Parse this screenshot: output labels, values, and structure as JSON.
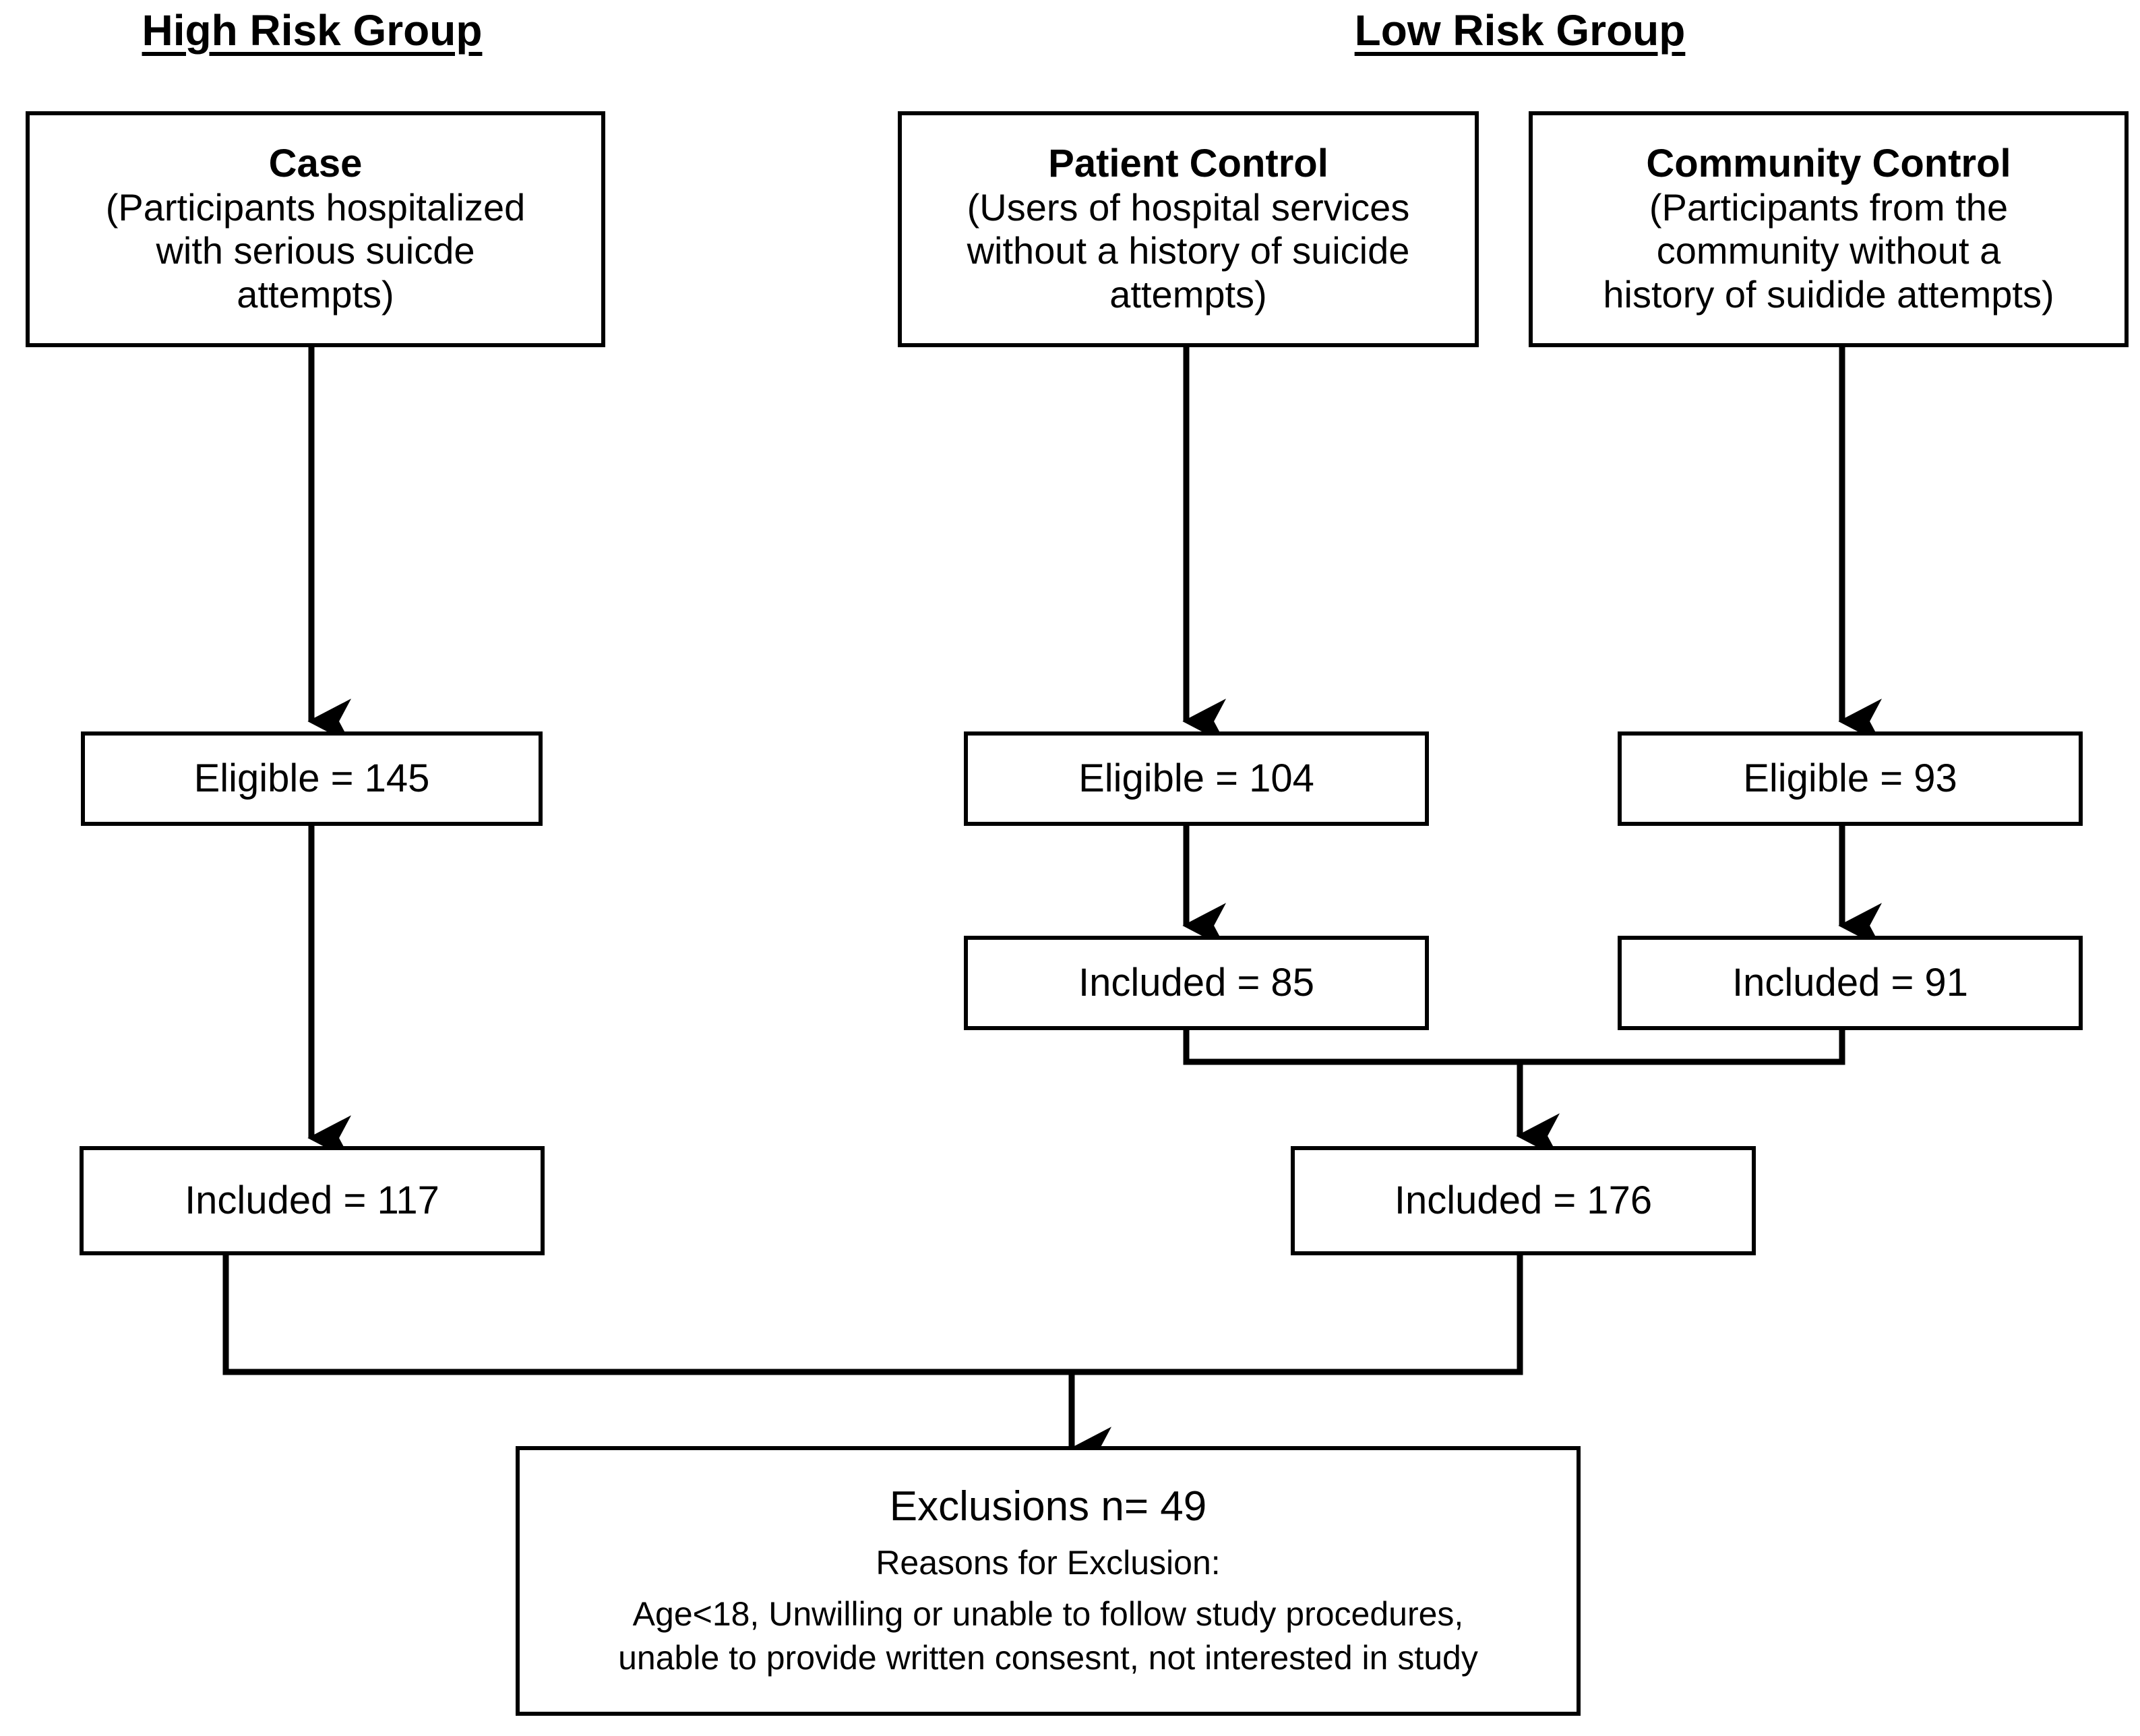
{
  "diagram": {
    "type": "participant-flow-diagram",
    "headers": [
      {
        "id": "high-risk",
        "label": "High Risk Group"
      },
      {
        "id": "low-risk",
        "label": "Low Risk Group"
      }
    ],
    "groups": {
      "case": {
        "title": "Case",
        "description_lines": [
          "(Participants hospitalized",
          "with serious suicde",
          "attempts)"
        ],
        "eligible": "Eligible = 145",
        "included": "Included = 117",
        "eligible_value": 145,
        "included_value": 117
      },
      "patient_control": {
        "title": "Patient Control",
        "description_lines": [
          "(Users of hospital services",
          "without a history of suicide",
          "attempts)"
        ],
        "eligible": "Eligible = 104",
        "included": "Included = 85",
        "eligible_value": 104,
        "included_value": 85
      },
      "community_control": {
        "title": "Community Control",
        "description_lines": [
          "(Participants from the",
          "community without a",
          "history of suidide attempts)"
        ],
        "eligible": "Eligible = 93",
        "included": "Included = 91",
        "eligible_value": 93,
        "included_value": 91
      }
    },
    "combined_control": {
      "included": "Included = 176",
      "included_value": 176
    },
    "exclusions": {
      "heading": "Exclusions n= 49",
      "count": 49,
      "subheading": "Reasons for Exclusion:",
      "reason_lines": [
        "Age<18, Unwilling or unable to follow study procedures,",
        "unable to provide written consesnt, not interested in study"
      ]
    },
    "style": {
      "stroke": "#000000",
      "background": "#ffffff",
      "text": "#000000"
    }
  }
}
